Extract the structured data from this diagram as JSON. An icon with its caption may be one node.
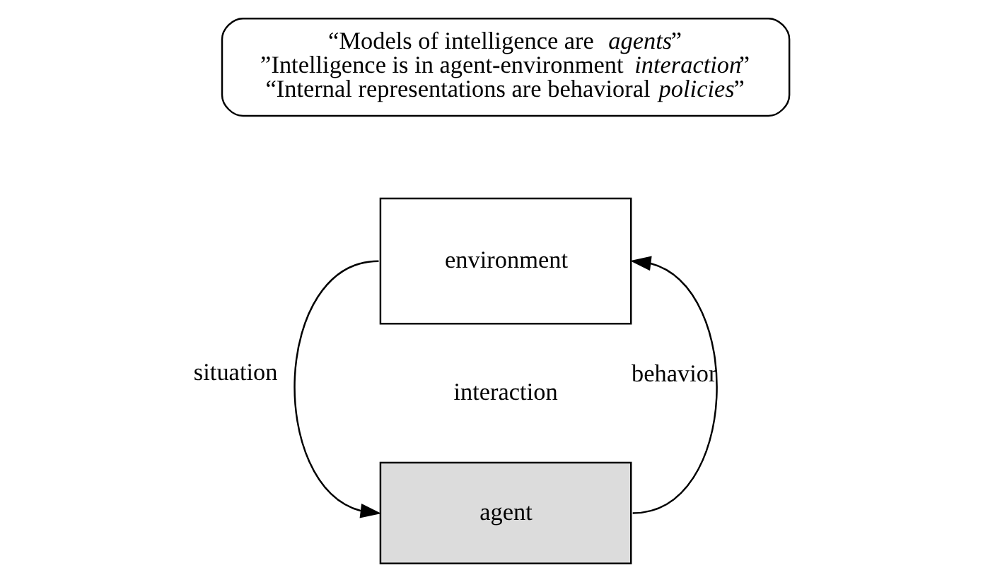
{
  "diagram": {
    "nodes": [
      {
        "text": [
          "“Models of intelligence are *agents*”",
          "”Intelligence is in agent-environment *interaction*”",
          "“Internal representations are behavioral *policies*”"
        ]
      },
      {
        "text": [
          "environment"
        ]
      },
      {
        "text": [
          "agent"
        ]
      }
    ],
    "edges": [
      {
        "from": 1,
        "to": 2,
        "arrow": "to",
        "label": "situation"
      },
      {
        "from": 2,
        "to": 1,
        "arrow": "to",
        "label": "behavior"
      }
    ],
    "labels": [
      "interaction"
    ]
  }
}
